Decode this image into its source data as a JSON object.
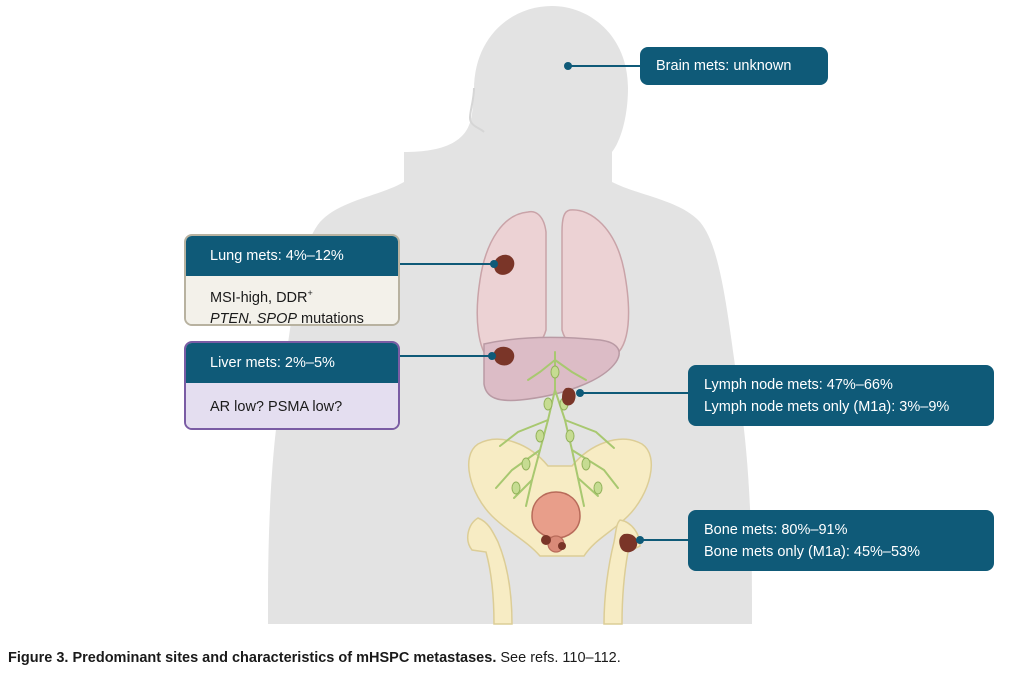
{
  "labels": {
    "brain": "Brain mets: unknown",
    "lung_head": "Lung mets: 4%–12%",
    "lung_line1": "MSI-high, DDR",
    "lung_line1_sup": "+",
    "lung_line2_italic": "PTEN, SPOP",
    "lung_line2_rest": " mutations",
    "liver_head": "Liver mets: 2%–5%",
    "liver_body": "AR low? PSMA low?",
    "lymph_line1": "Lymph node mets: 47%–66%",
    "lymph_line2": "Lymph node mets only (M1a): 3%–9%",
    "bone_line1": "Bone mets: 80%–91%",
    "bone_line2": "Bone mets only (M1a): 45%–53%"
  },
  "caption": {
    "bold": "Figure 3. Predominant sites and characteristics of mHSPC metastases.",
    "rest": " See refs. 110–112."
  },
  "colors": {
    "teal": "#0f5a78",
    "silhouette": "#e3e3e3",
    "lung": "#ecd2d4",
    "liver": "#dcbcc6",
    "bone": "#f7ecc4",
    "lymph": "#a8c870",
    "lesion": "#7a3528"
  }
}
